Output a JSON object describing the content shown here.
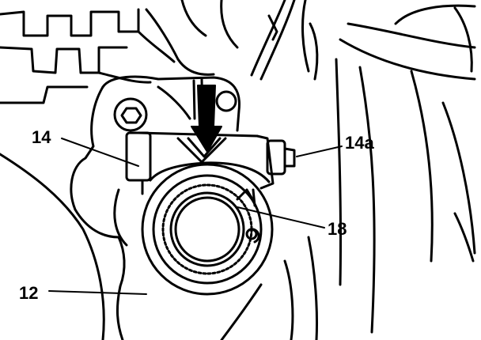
{
  "labels": {
    "l14": "14",
    "l14a": "14a",
    "l18": "18",
    "l12": "12"
  },
  "colors": {
    "ink": "#000000",
    "paper": "#ffffff"
  }
}
